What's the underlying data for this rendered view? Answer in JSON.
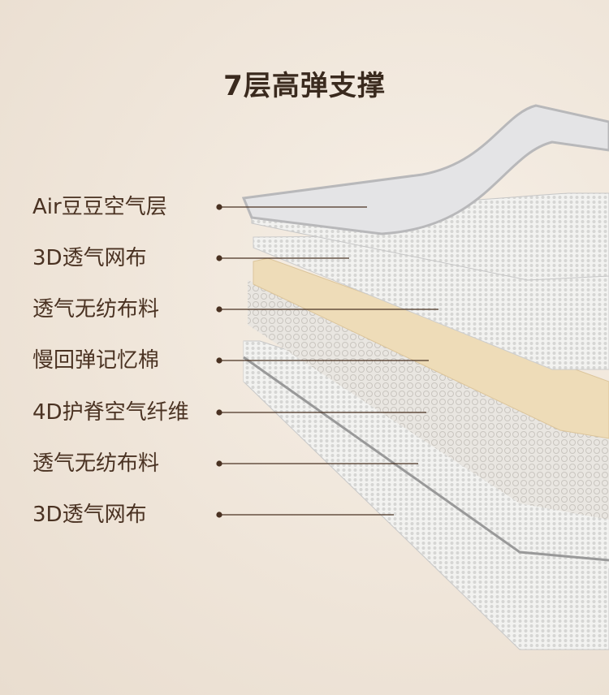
{
  "title": "7层高弹支撑",
  "layers": [
    {
      "label": "Air豆豆空气层"
    },
    {
      "label": "3D透气网布"
    },
    {
      "label": "透气无纺布料"
    },
    {
      "label": "慢回弹记忆棉"
    },
    {
      "label": "4D护脊空气纤维"
    },
    {
      "label": "透气无纺布料"
    },
    {
      "label": "3D透气网布"
    }
  ],
  "colors": {
    "text": "#4a3222",
    "background": "#efe6dc",
    "foam": "#eedcb8"
  }
}
